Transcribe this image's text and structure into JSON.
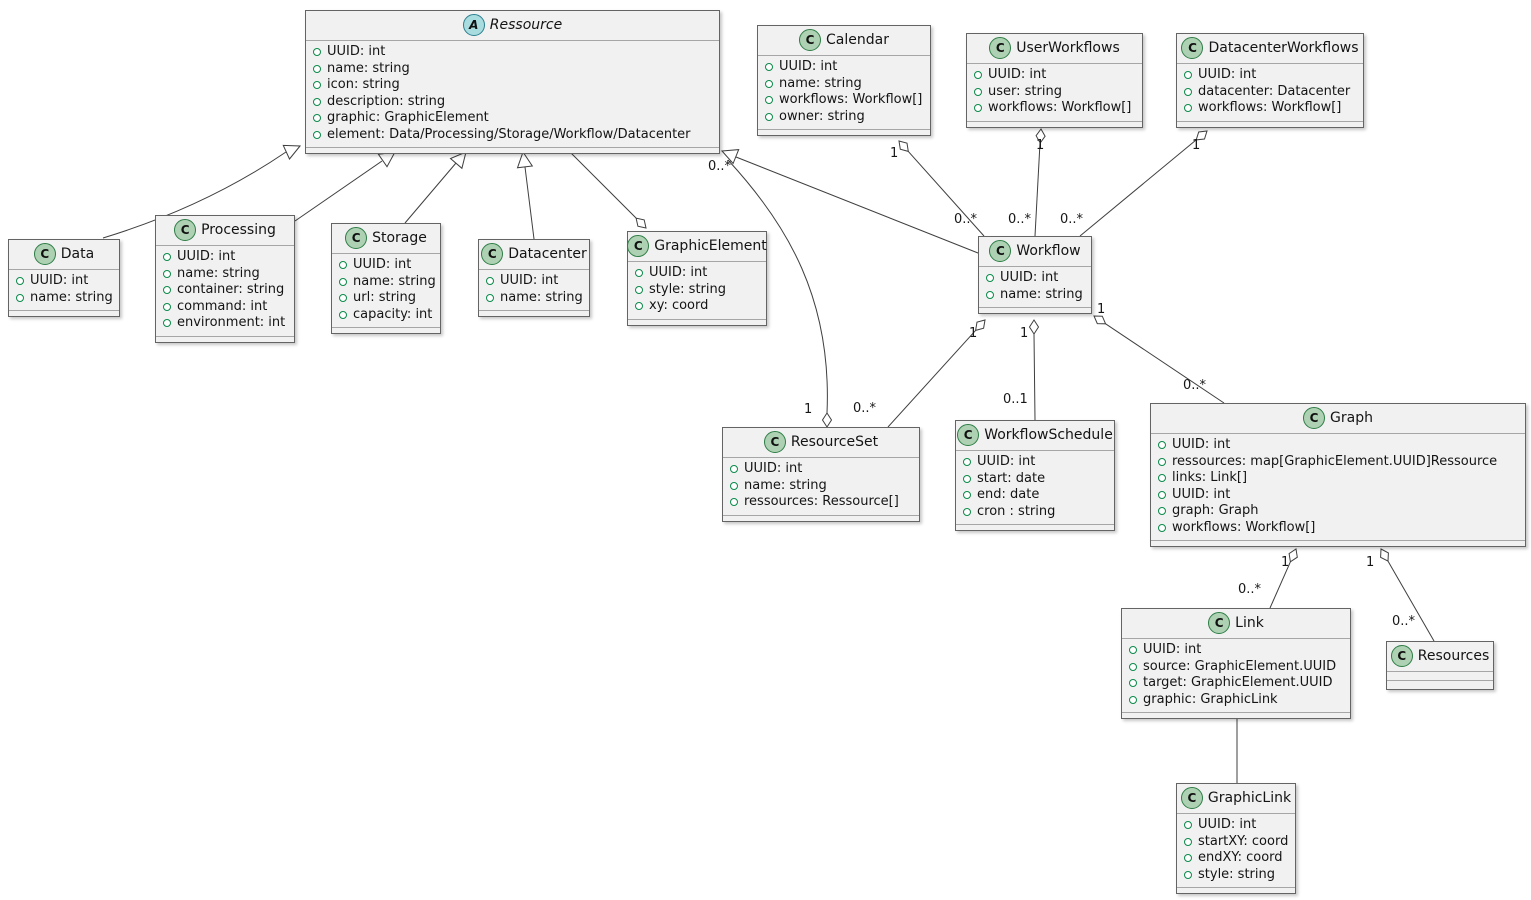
{
  "diagram_type": "UML class diagram",
  "classes": [
    {
      "name": "Ressource",
      "letter": "A",
      "stereotype": "abstract",
      "attributes": [
        "UUID: int",
        "name: string",
        "icon: string",
        "description: string",
        "graphic: GraphicElement",
        "element: Data/Processing/Storage/Workflow/Datacenter"
      ]
    },
    {
      "name": "Calendar",
      "letter": "C",
      "attributes": [
        "UUID: int",
        "name: string",
        "workflows: Workflow[]",
        "owner: string"
      ]
    },
    {
      "name": "UserWorkflows",
      "letter": "C",
      "attributes": [
        "UUID: int",
        "user: string",
        "workflows: Workflow[]"
      ]
    },
    {
      "name": "DatacenterWorkflows",
      "letter": "C",
      "attributes": [
        "UUID: int",
        "datacenter: Datacenter",
        "workflows: Workflow[]"
      ]
    },
    {
      "name": "Data",
      "letter": "C",
      "attributes": [
        "UUID: int",
        "name: string"
      ]
    },
    {
      "name": "Processing",
      "letter": "C",
      "attributes": [
        "UUID: int",
        "name: string",
        "container: string",
        "command: int",
        "environment: int"
      ]
    },
    {
      "name": "Storage",
      "letter": "C",
      "attributes": [
        "UUID: int",
        "name: string",
        "url: string",
        "capacity: int"
      ]
    },
    {
      "name": "Datacenter",
      "letter": "C",
      "attributes": [
        "UUID: int",
        "name: string"
      ]
    },
    {
      "name": "GraphicElement",
      "letter": "C",
      "attributes": [
        "UUID: int",
        "style: string",
        "xy: coord"
      ]
    },
    {
      "name": "Workflow",
      "letter": "C",
      "attributes": [
        "UUID: int",
        "name: string"
      ]
    },
    {
      "name": "ResourceSet",
      "letter": "C",
      "attributes": [
        "UUID: int",
        "name: string",
        "ressources: Ressource[]"
      ]
    },
    {
      "name": "WorkflowSchedule",
      "letter": "C",
      "attributes": [
        "UUID: int",
        "start: date",
        "end: date",
        "cron : string"
      ]
    },
    {
      "name": "Graph",
      "letter": "C",
      "attributes": [
        "UUID: int",
        "ressources: map[GraphicElement.UUID]Ressource",
        "links: Link[]",
        "UUID: int",
        "graph: Graph",
        "workflows: Workflow[]"
      ]
    },
    {
      "name": "Link",
      "letter": "C",
      "attributes": [
        "UUID: int",
        "source: GraphicElement.UUID",
        "target: GraphicElement.UUID",
        "graphic: GraphicLink"
      ]
    },
    {
      "name": "Resources",
      "letter": "C",
      "attributes": []
    },
    {
      "name": "GraphicLink",
      "letter": "C",
      "attributes": [
        "UUID: int",
        "startXY: coord",
        "endXY: coord",
        "style: string"
      ]
    }
  ],
  "relationships": [
    {
      "type": "inheritance",
      "from": "Data",
      "to": "Ressource"
    },
    {
      "type": "inheritance",
      "from": "Processing",
      "to": "Ressource"
    },
    {
      "type": "inheritance",
      "from": "Storage",
      "to": "Ressource"
    },
    {
      "type": "inheritance",
      "from": "Datacenter",
      "to": "Ressource"
    },
    {
      "type": "inheritance",
      "from": "Workflow",
      "to": "Ressource"
    },
    {
      "type": "aggregation",
      "from": "Ressource",
      "to": "GraphicElement",
      "diamond_at": "GraphicElement"
    },
    {
      "type": "aggregation",
      "from": "Calendar",
      "to": "Workflow",
      "from_mult": "1",
      "to_mult": "0..*"
    },
    {
      "type": "aggregation",
      "from": "UserWorkflows",
      "to": "Workflow",
      "from_mult": "1",
      "to_mult": "0..*"
    },
    {
      "type": "aggregation",
      "from": "DatacenterWorkflows",
      "to": "Workflow",
      "from_mult": "1",
      "to_mult": "0..*"
    },
    {
      "type": "aggregation",
      "from": "Workflow",
      "to": "ResourceSet",
      "from_mult": "1",
      "to_mult": "0..*"
    },
    {
      "type": "aggregation",
      "from": "ResourceSet",
      "to": "Ressource",
      "from_mult": "1",
      "to_mult": "0..*"
    },
    {
      "type": "aggregation",
      "from": "Workflow",
      "to": "WorkflowSchedule",
      "from_mult": "1",
      "to_mult": "0..1"
    },
    {
      "type": "aggregation",
      "from": "Workflow",
      "to": "Graph",
      "from_mult": "1",
      "to_mult": "0..*"
    },
    {
      "type": "aggregation",
      "from": "Graph",
      "to": "Link",
      "from_mult": "1",
      "to_mult": "0..*"
    },
    {
      "type": "aggregation",
      "from": "Graph",
      "to": "Resources",
      "from_mult": "1",
      "to_mult": "0..*"
    },
    {
      "type": "association",
      "from": "Link",
      "to": "GraphicLink"
    }
  ],
  "colors": {
    "class_fill": "#f1f1f1",
    "class_border": "#646464",
    "class_circle_fill": "#ADD1B2",
    "abstract_circle_fill": "#A9DCDF",
    "visibility_green": "#0b8a4a",
    "line": "#3f3f3f"
  }
}
